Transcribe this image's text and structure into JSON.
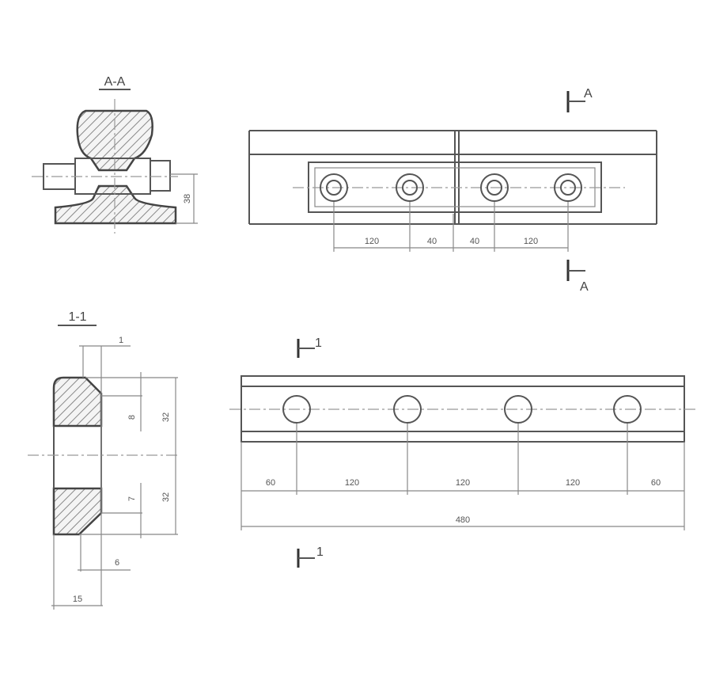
{
  "section_aa": {
    "title": "A-A",
    "height_dim": "38"
  },
  "side_view": {
    "marker_top": "A",
    "marker_bottom": "A",
    "dims": [
      "120",
      "40",
      "40",
      "120"
    ]
  },
  "section_11": {
    "title": "1-1",
    "dim_top": "1",
    "dim_upper_inner": "8",
    "dim_upper": "32",
    "dim_lower_inner": "7",
    "dim_lower": "32",
    "dim_bottom_inner": "6",
    "dim_width": "15"
  },
  "plate_view": {
    "marker_top": "1",
    "marker_bottom": "1",
    "dims": [
      "60",
      "120",
      "120",
      "120",
      "60"
    ],
    "total": "480"
  }
}
